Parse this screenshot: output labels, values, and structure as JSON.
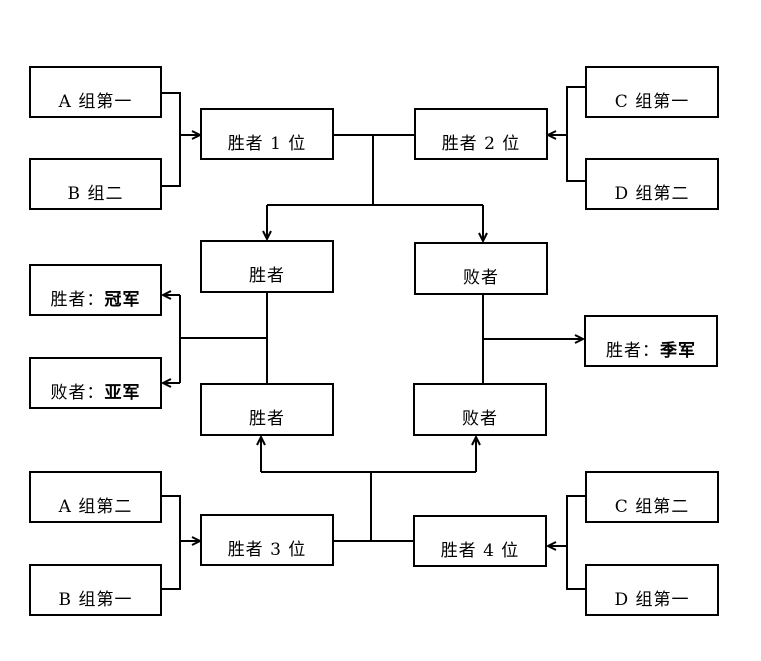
{
  "nodes": {
    "a1": "A 组第一",
    "b2": "B 组二",
    "w1": "胜者 1 位",
    "w2": "胜者 2 位",
    "c1": "C 组第一",
    "d2": "D 组第二",
    "semi_winner": "胜者",
    "semi_loser": "败者",
    "final_winner_label": "胜者：",
    "final_winner_value": "冠军",
    "final_loser_label": "败者：",
    "final_loser_value": "亚军",
    "third_label": "胜者：",
    "third_value": "季军",
    "semi2_winner": "胜者",
    "semi2_loser": "败者",
    "a2": "A 组第二",
    "b1": "B 组第一",
    "w3": "胜者 3 位",
    "w4": "胜者 4 位",
    "c2": "C 组第二",
    "d1": "D 组第一"
  }
}
